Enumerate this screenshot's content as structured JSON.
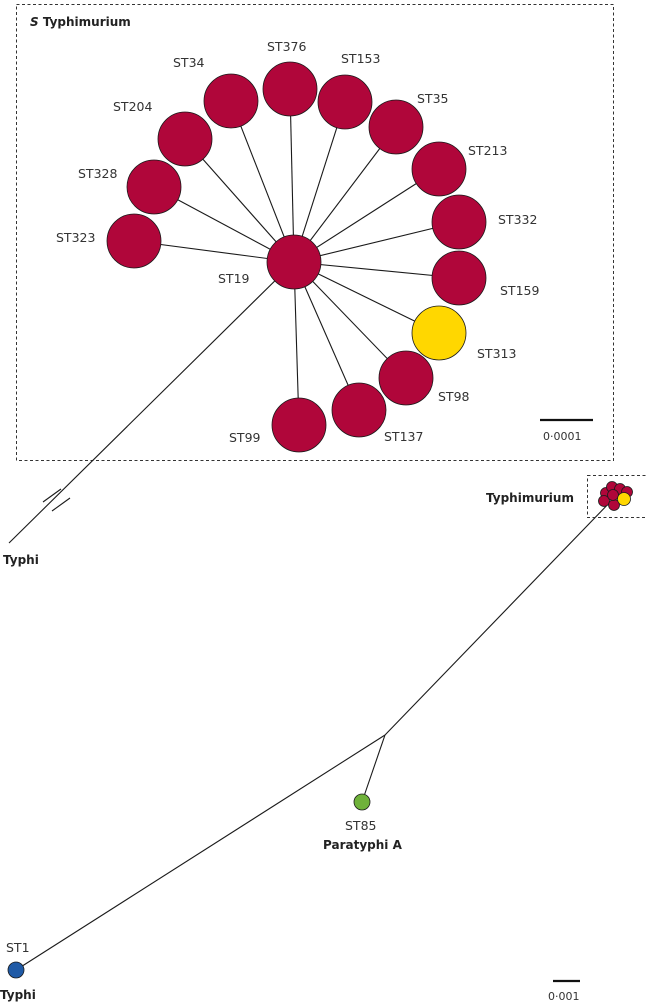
{
  "inset": {
    "title_species": "S",
    "title_serovar": "Typhimurium",
    "scale_label": "0·0001",
    "hub": {
      "label": "ST19",
      "color": "#b0063a"
    },
    "nodes": [
      {
        "label": "ST376",
        "color": "#b0063a"
      },
      {
        "label": "ST153",
        "color": "#b0063a"
      },
      {
        "label": "ST35",
        "color": "#b0063a"
      },
      {
        "label": "ST213",
        "color": "#b0063a"
      },
      {
        "label": "ST332",
        "color": "#b0063a"
      },
      {
        "label": "ST159",
        "color": "#b0063a"
      },
      {
        "label": "ST313",
        "color": "#ffd700"
      },
      {
        "label": "ST98",
        "color": "#b0063a"
      },
      {
        "label": "ST137",
        "color": "#b0063a"
      },
      {
        "label": "ST99",
        "color": "#b0063a"
      },
      {
        "label": "ST323",
        "color": "#b0063a"
      },
      {
        "label": "ST328",
        "color": "#b0063a"
      },
      {
        "label": "ST204",
        "color": "#b0063a"
      },
      {
        "label": "ST34",
        "color": "#b0063a"
      }
    ],
    "outgroup_label": "Typhi"
  },
  "main": {
    "typhimurium_label": "Typhimurium",
    "paratyphi": {
      "st": "ST85",
      "name": "Paratyphi A",
      "color": "#6fb23a"
    },
    "typhi": {
      "st": "ST1",
      "name": "Typhi",
      "color": "#1f5aa6"
    },
    "scale_label": "0·001",
    "cluster_colors": {
      "red": "#b0063a",
      "yellow": "#ffd700"
    }
  }
}
